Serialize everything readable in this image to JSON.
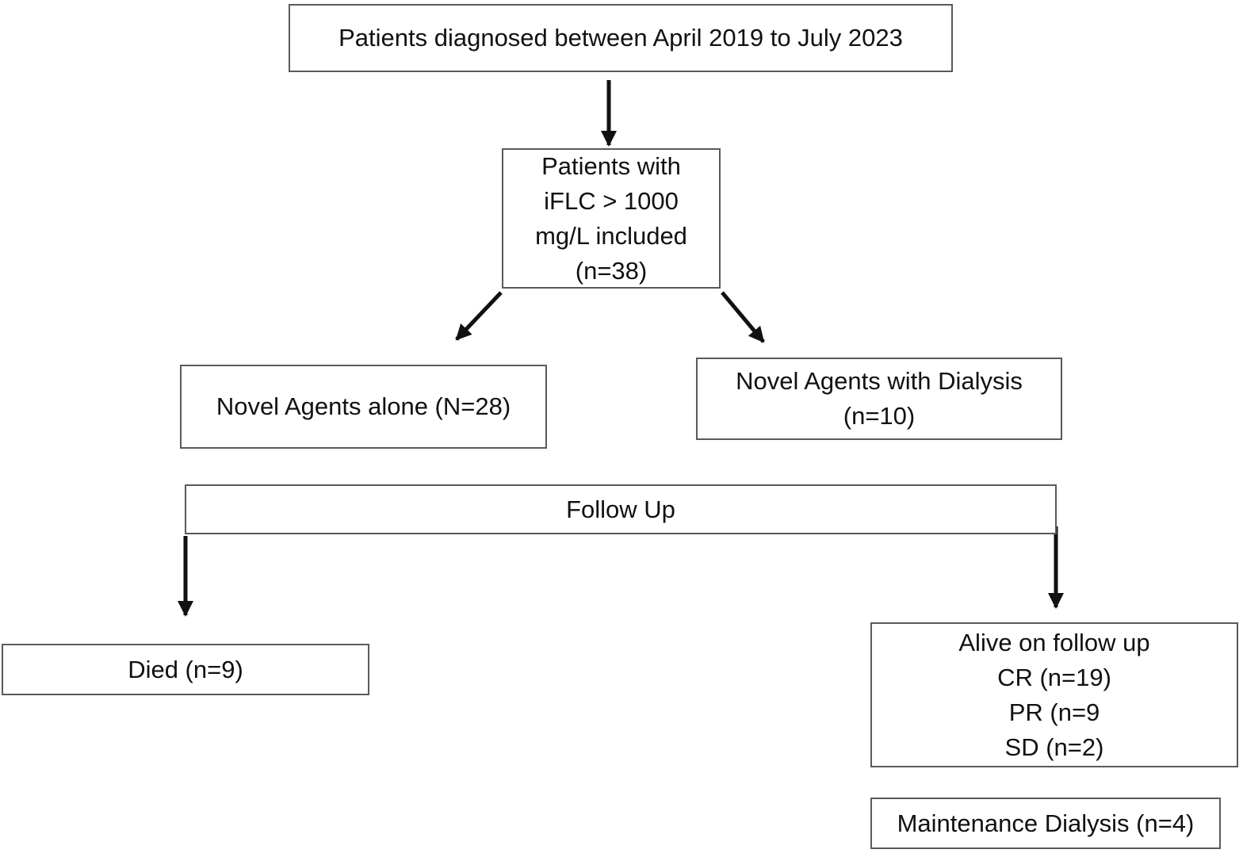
{
  "flowchart": {
    "diagnosed": "Patients diagnosed between April 2019 to July 2023",
    "included": [
      "Patients with",
      "iFLC > 1000",
      "mg/L included",
      "(n=38)"
    ],
    "novel_alone": "Novel Agents alone (N=28)",
    "novel_dialysis": [
      "Novel Agents with Dialysis",
      "(n=10)"
    ],
    "follow_up": "Follow Up",
    "died": "Died (n=9)",
    "alive": [
      "Alive on follow up",
      "CR (n=19)",
      "PR (n=9",
      "SD (n=2)"
    ],
    "maintenance": "Maintenance Dialysis (n=4)"
  }
}
